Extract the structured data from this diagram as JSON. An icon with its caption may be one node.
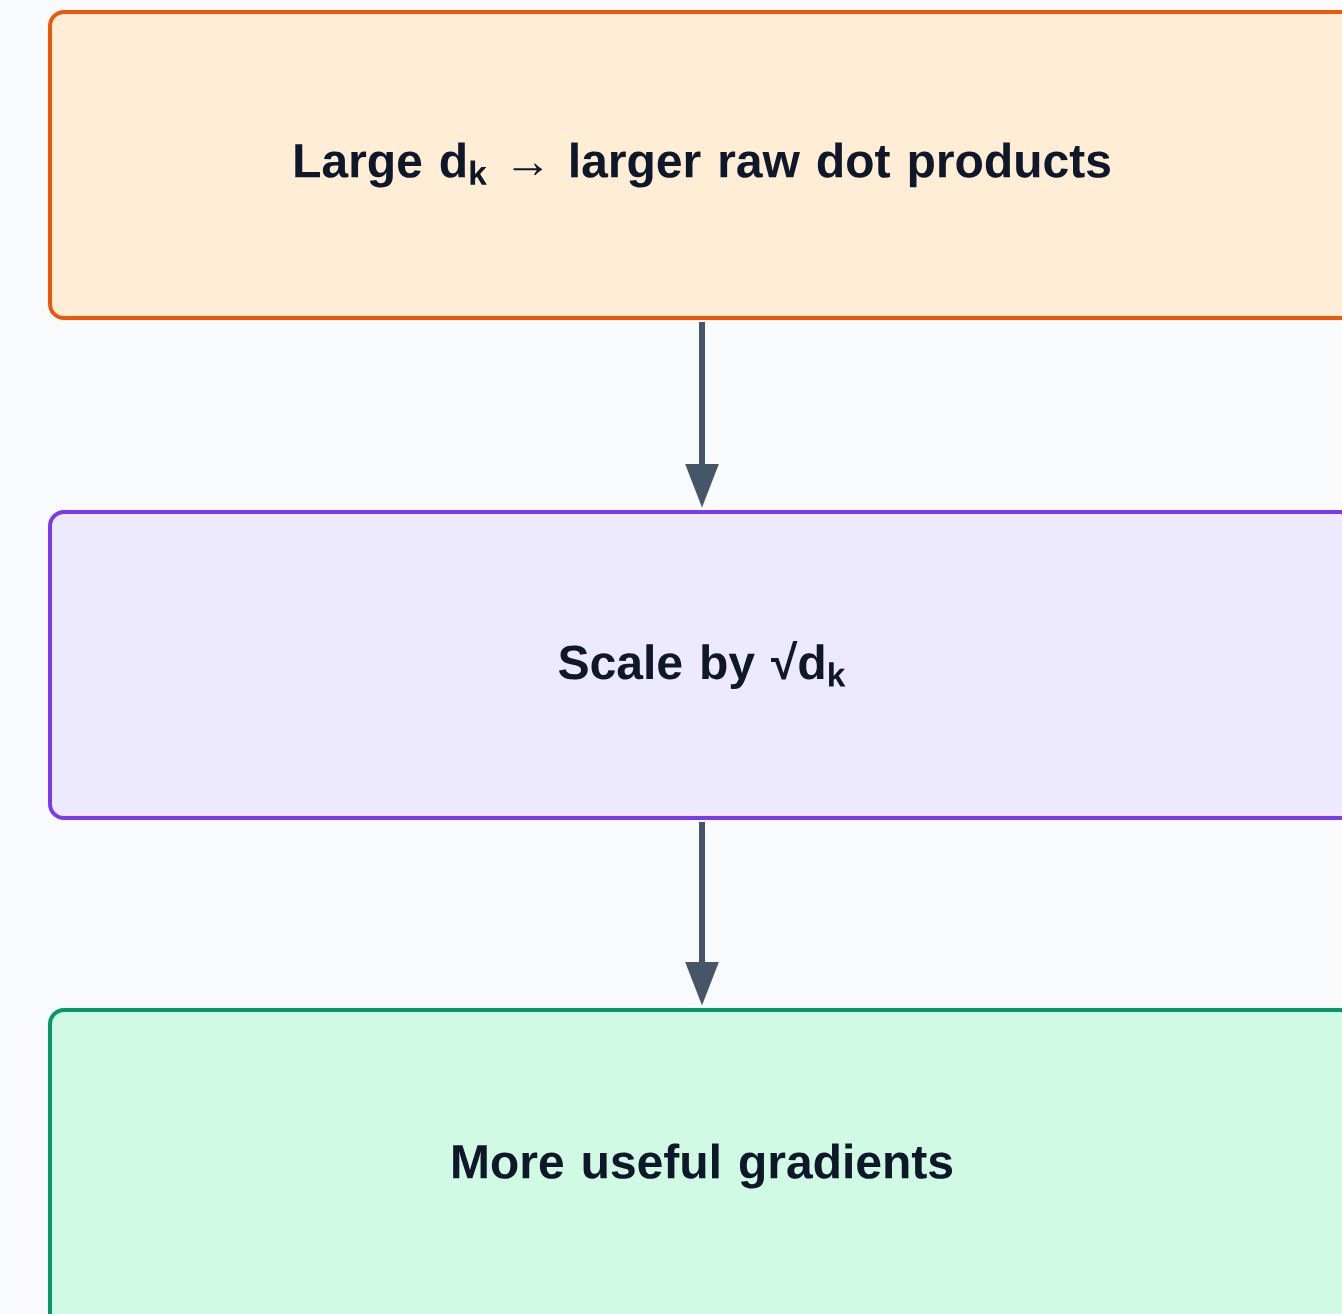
{
  "diagram": {
    "nodes": [
      {
        "text": [
          "Large d$_{k}$ → larger raw dot products"
        ]
      },
      {
        "text": [
          "Scale by √d$_{k}$"
        ]
      },
      {
        "text": [
          "More useful gradients"
        ]
      }
    ],
    "edges": [
      {
        "from": 0,
        "to": 1,
        "arrow": "to"
      },
      {
        "from": 1,
        "to": 2,
        "arrow": "to"
      }
    ]
  }
}
